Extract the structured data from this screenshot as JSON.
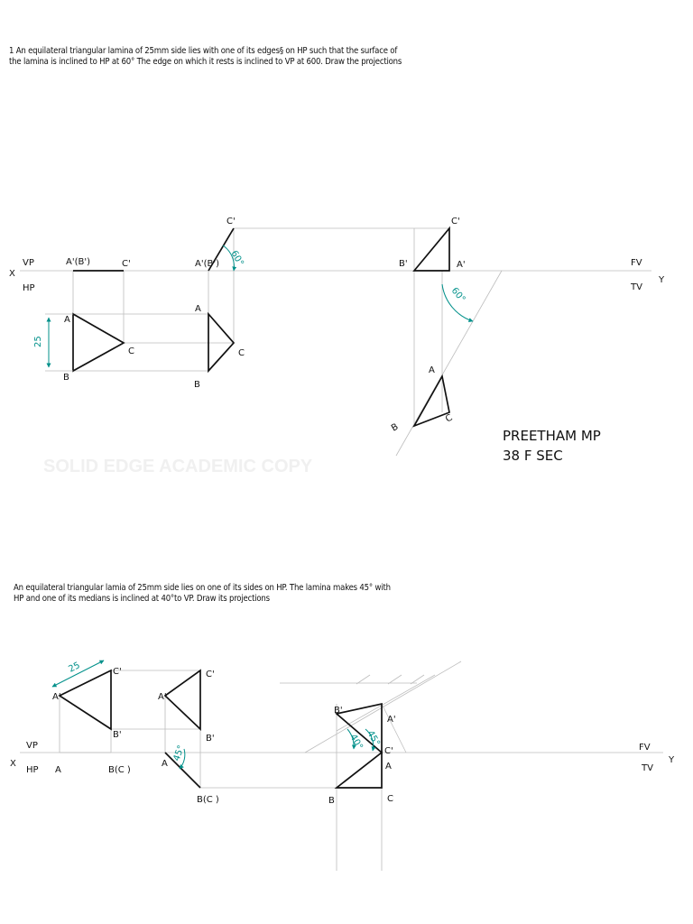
{
  "problem1": {
    "line1": "1 An equilateral triangular lamina of 25mm side lies with one of its edges§ on HP such that the surface of",
    "line2": "the lamina is inclined to HP at 60° The edge on which it rests is inclined to VP at 600. Draw the projections"
  },
  "problem2": {
    "line1": "An equilateral triangular lamia of 25mm side lies on one of its sides on HP. The lamina makes 45° with",
    "line2": "HP and one of its medians is inclined at 40°to VP. Draw its projections"
  },
  "signature": {
    "name": "PREETHAM MP",
    "section": "38 F SEC"
  },
  "watermark": "SOLID EDGE ACADEMIC COPY",
  "labels": {
    "x": "X",
    "y": "Y",
    "vp": "VP",
    "hp": "HP",
    "fv": "FV",
    "tv": "TV",
    "a": "A",
    "b": "B",
    "c": "C",
    "a_prime": "A'",
    "b_prime": "B'",
    "c_prime": "C'",
    "a1b1": "A'(B')",
    "b_c": "B(C )",
    "dim_25": "25",
    "angle_60": "60°",
    "angle_45": "45°",
    "angle_40": "40°"
  },
  "colors": {
    "line": "#111111",
    "construction": "#bdbdbd",
    "dimension": "#00908a"
  }
}
